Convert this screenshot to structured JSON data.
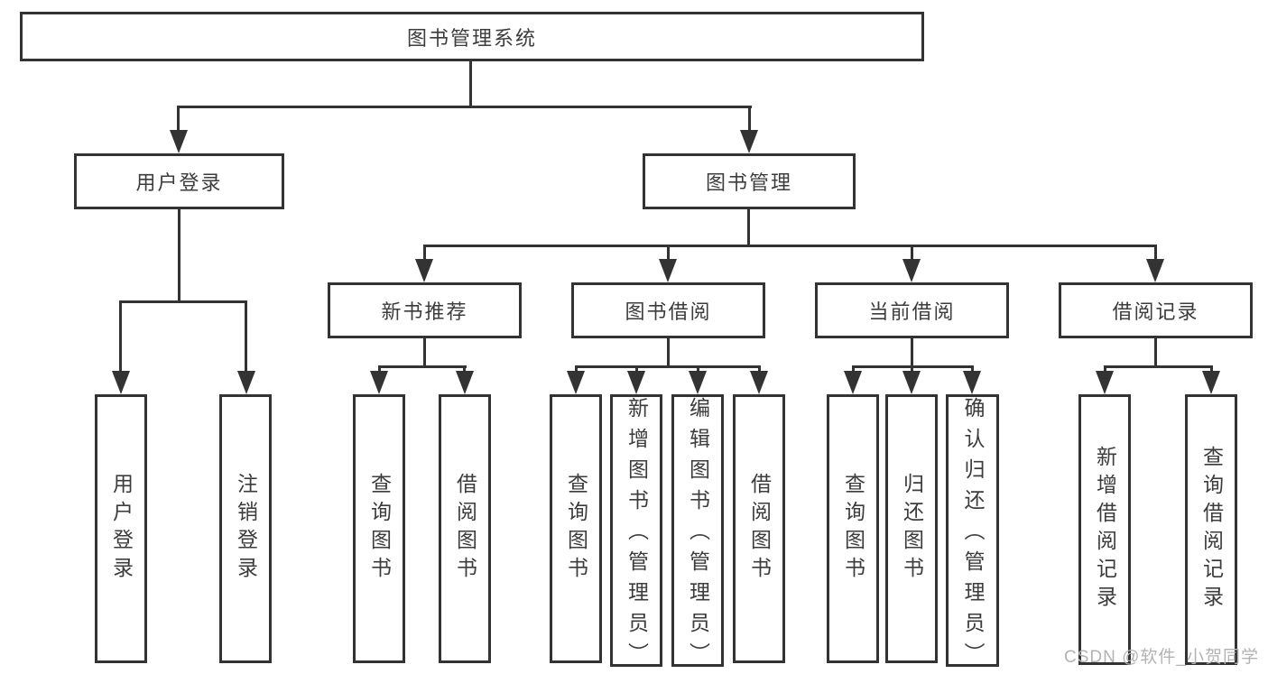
{
  "diagram": {
    "title": "图书管理系统",
    "nodes": {
      "root": "图书管理系统",
      "l2": [
        "用户登录",
        "图书管理"
      ],
      "l3": [
        "新书推荐",
        "图书借阅",
        "当前借阅",
        "借阅记录"
      ],
      "leaves": [
        "用户登录",
        "注销登录",
        "查询图书",
        "借阅图书",
        "查询图书",
        "新增图书（管理员）",
        "编辑图书（管理员）",
        "借阅图书",
        "查询图书",
        "归还图书",
        "确认归还（管理员）",
        "新增借阅记录",
        "查询借阅记录"
      ]
    },
    "colors": {
      "line": "#333333",
      "text": "#3c3c3c",
      "watermark": "#b3b3b3",
      "bg": "#ffffff"
    }
  },
  "watermark": "CSDN @软件_小贺同学"
}
